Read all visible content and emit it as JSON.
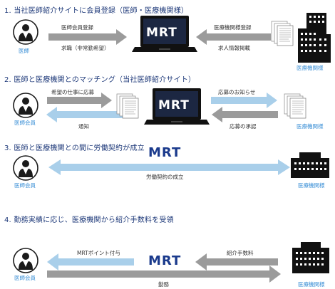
{
  "steps": [
    {
      "title": "1.  当社医師紹介サイトに会員登録（医師・医療機関様）"
    },
    {
      "title": "2.  医師と医療機関とのマッチング（当社医師紹介サイト）"
    },
    {
      "title": "3.  医師と医療機関との間に労働契約が成立"
    },
    {
      "title": "4.  勤務実績に応じ、医療機関から紹介手数料を受領"
    }
  ],
  "step1": {
    "doctor_caption": "医師",
    "hospital_caption": "医療機関様",
    "laptop_label": "MRT",
    "arrow_left_top": "医師会員登録",
    "arrow_left_bottom": "求職（非常勤希望）",
    "arrow_right_top": "医療機関様登録",
    "arrow_right_bottom": "求人情報掲載"
  },
  "step2": {
    "doctor_caption": "医師会員",
    "hospital_caption": "医療機関様",
    "laptop_label": "MRT",
    "arrow_apply": "希望の仕事に応募",
    "arrow_notify": "通知",
    "arrow_notice": "応募のお知らせ",
    "arrow_accept": "応募の承認"
  },
  "step3": {
    "doctor_caption": "医師会員",
    "hospital_caption": "医療機関様",
    "mrt_label": "MRT",
    "contract_label": "労働契約の成立"
  },
  "step4": {
    "doctor_caption": "医師会員",
    "hospital_caption": "医療機関様",
    "mrt_label": "MRT",
    "points_label": "MRTポイント付与",
    "fee_label": "紹介手数料",
    "work_label": "勤務"
  },
  "colors": {
    "title": "#1f3a7a",
    "arrow_gray": "#9b9b9b",
    "arrow_blue": "#a9cfea",
    "caption_blue": "#3a8fd6",
    "mrt_blue": "#1a3a8c",
    "building": "#111111"
  }
}
